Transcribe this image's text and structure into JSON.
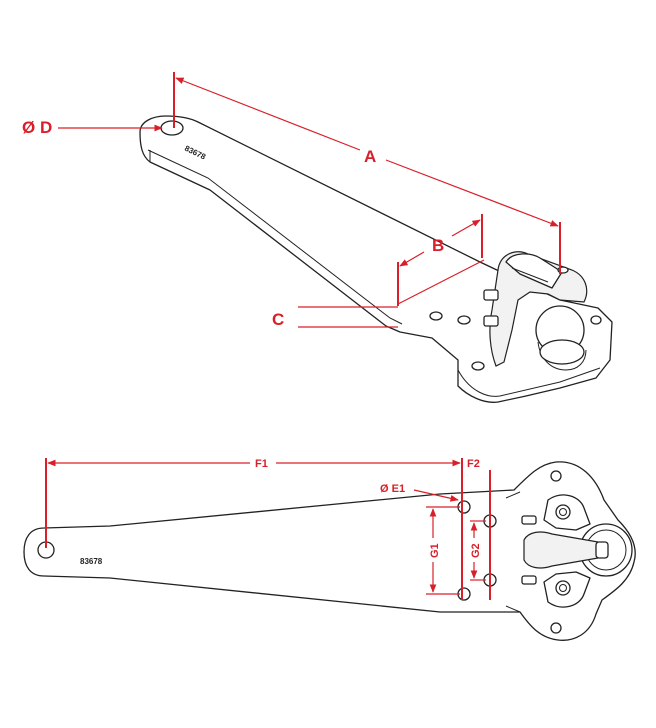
{
  "labels": {
    "dia_d": "Ø D",
    "a": "A",
    "b": "B",
    "c": "C",
    "f1": "F1",
    "f2": "F2",
    "dia_e1": "Ø E1",
    "g1": "G1",
    "g2": "G2"
  },
  "part_number": "83678",
  "colors": {
    "dimension": "#d9202a",
    "outline": "#222222"
  }
}
